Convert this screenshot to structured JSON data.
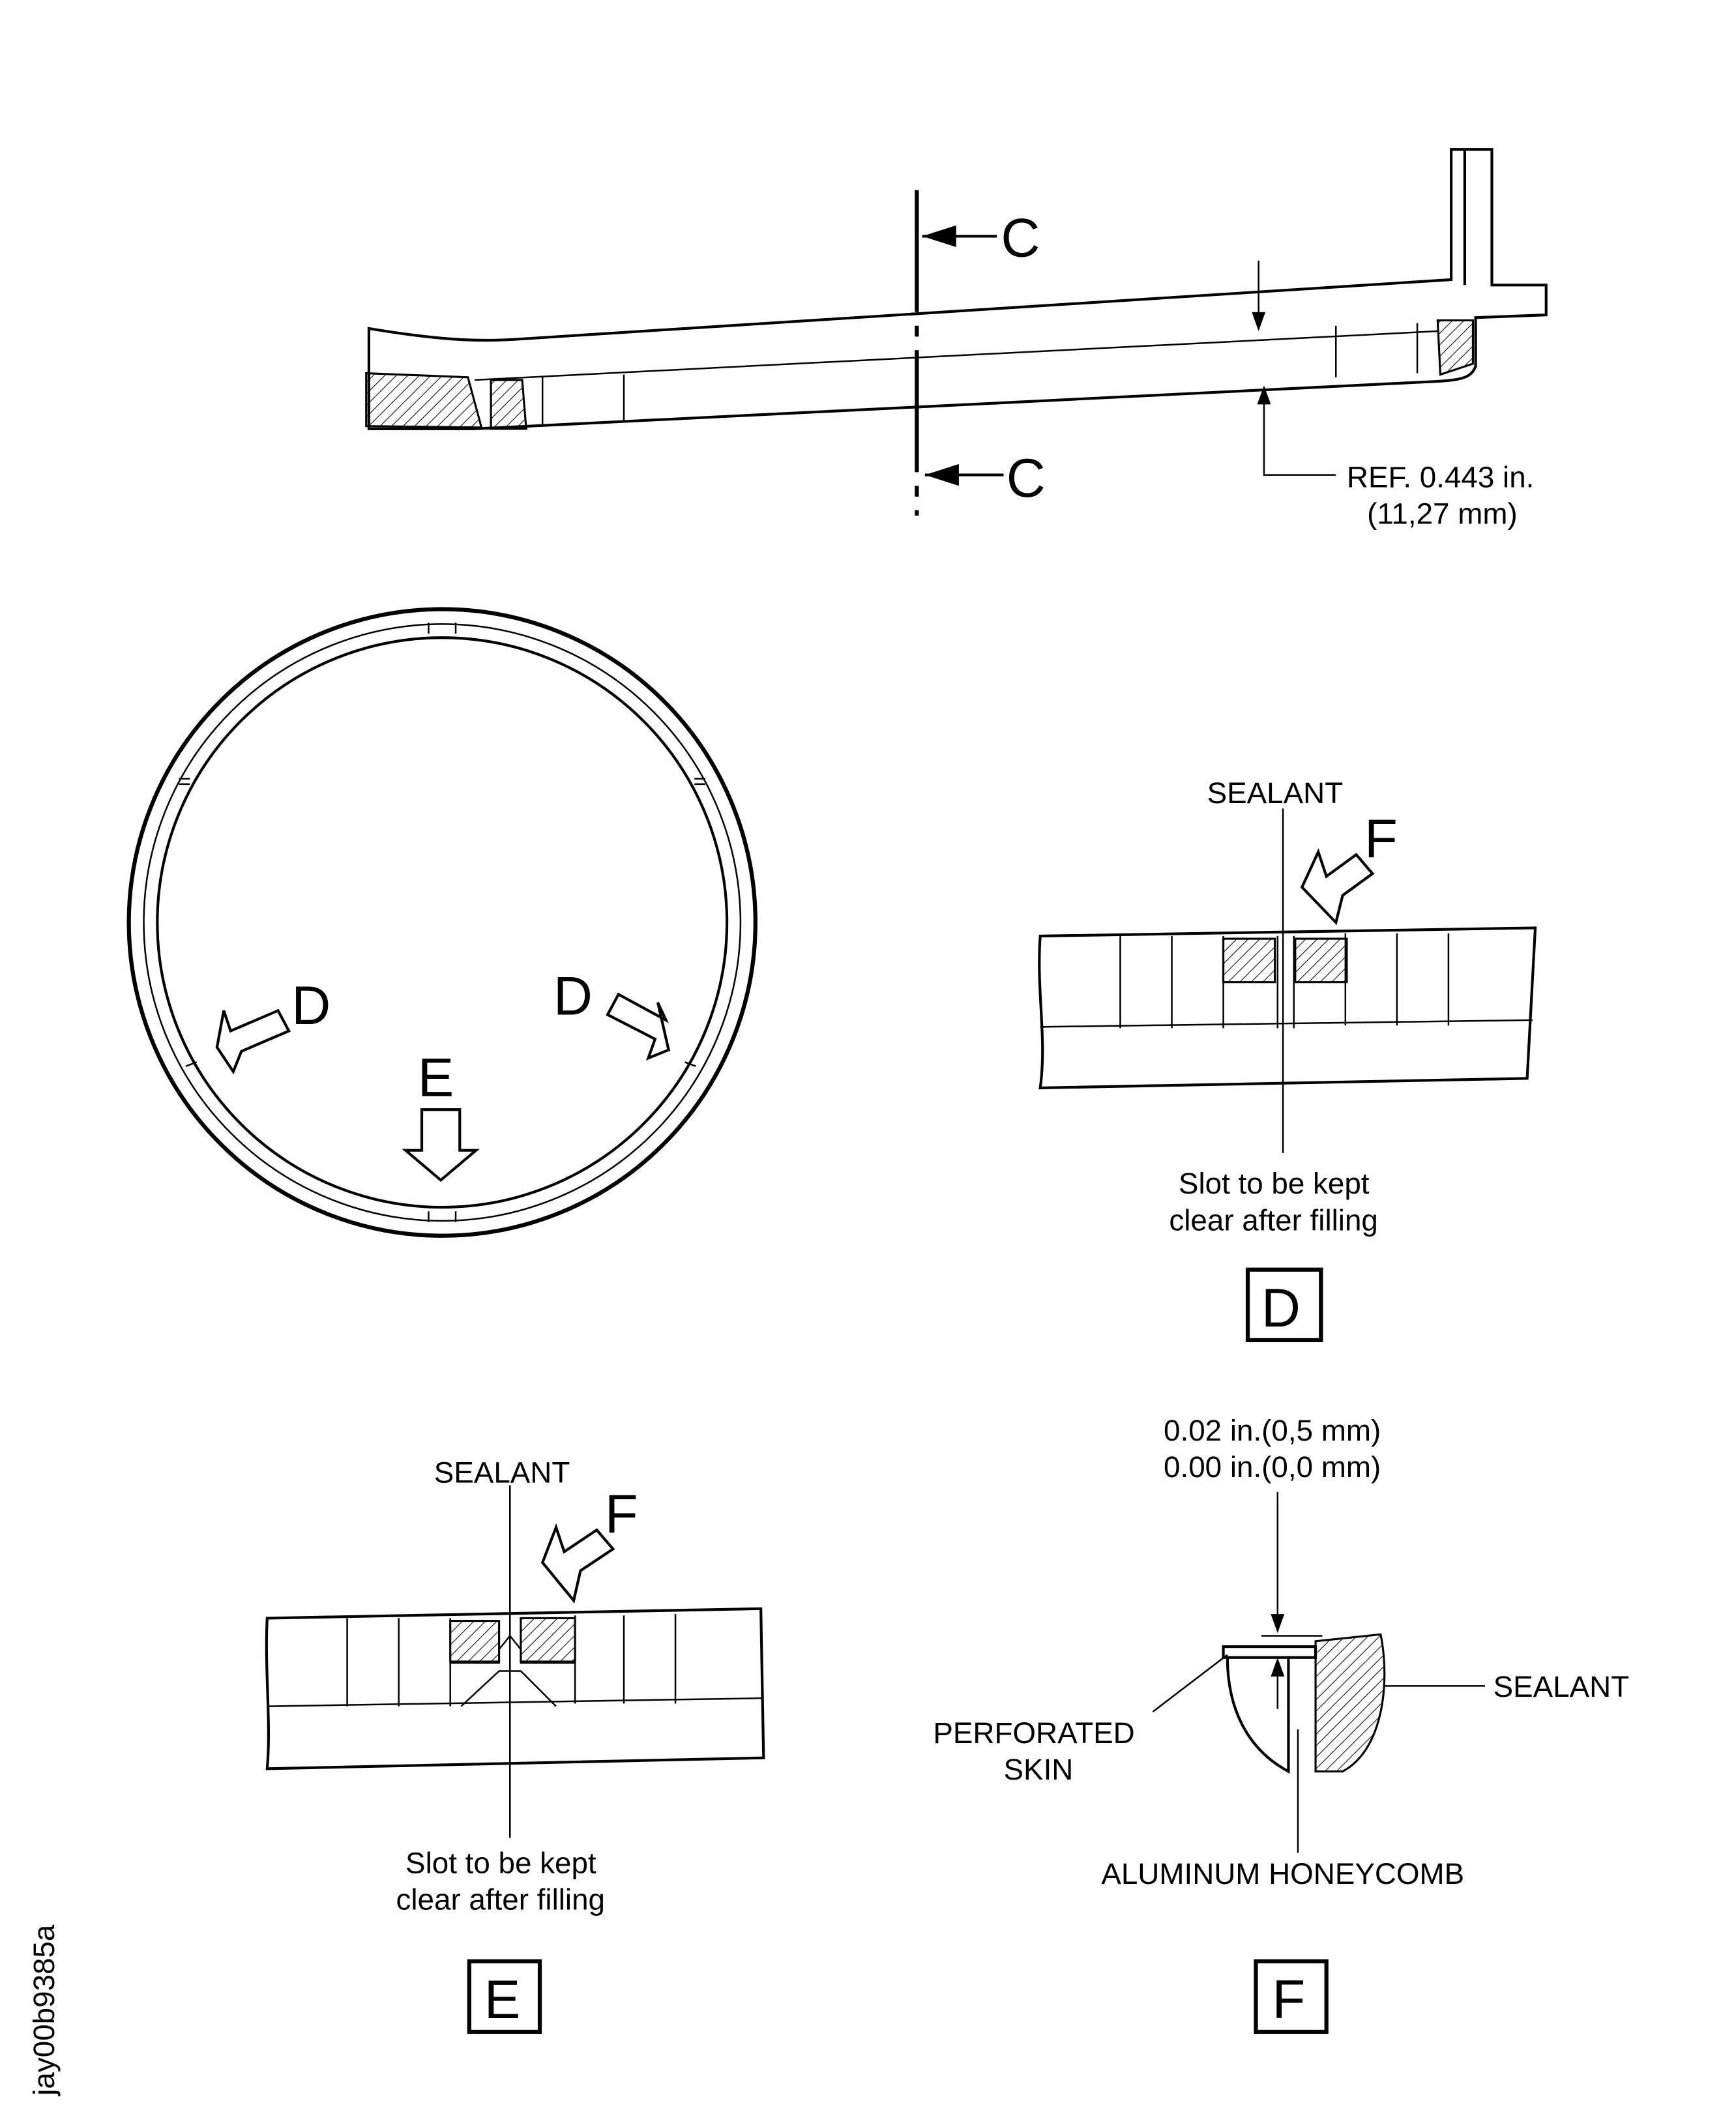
{
  "section_view": {
    "cut_label_top": "C",
    "cut_label_bottom": "C",
    "ref_line1": "REF. 0.443 in.",
    "ref_line2": "(11,27 mm)"
  },
  "ring_view": {
    "arrow_left": "D",
    "arrow_right": "D",
    "arrow_bottom": "E"
  },
  "detail_d": {
    "sealant": "SEALANT",
    "view_arrow": "F",
    "slot_line1": "Slot to be kept",
    "slot_line2": "clear after filling",
    "title": "D"
  },
  "detail_e": {
    "sealant": "SEALANT",
    "view_arrow": "F",
    "slot_line1": "Slot to be kept",
    "slot_line2": "clear after filling",
    "title": "E"
  },
  "detail_f": {
    "dim_line1": "0.02 in.(0,5 mm)",
    "dim_line2": "0.00 in.(0,0 mm)",
    "sealant": "SEALANT",
    "skin_line1": "PERFORATED",
    "skin_line2": "SKIN",
    "honeycomb": "ALUMINUM HONEYCOMB",
    "title": "F"
  },
  "figure_id": "jay00b9385a"
}
